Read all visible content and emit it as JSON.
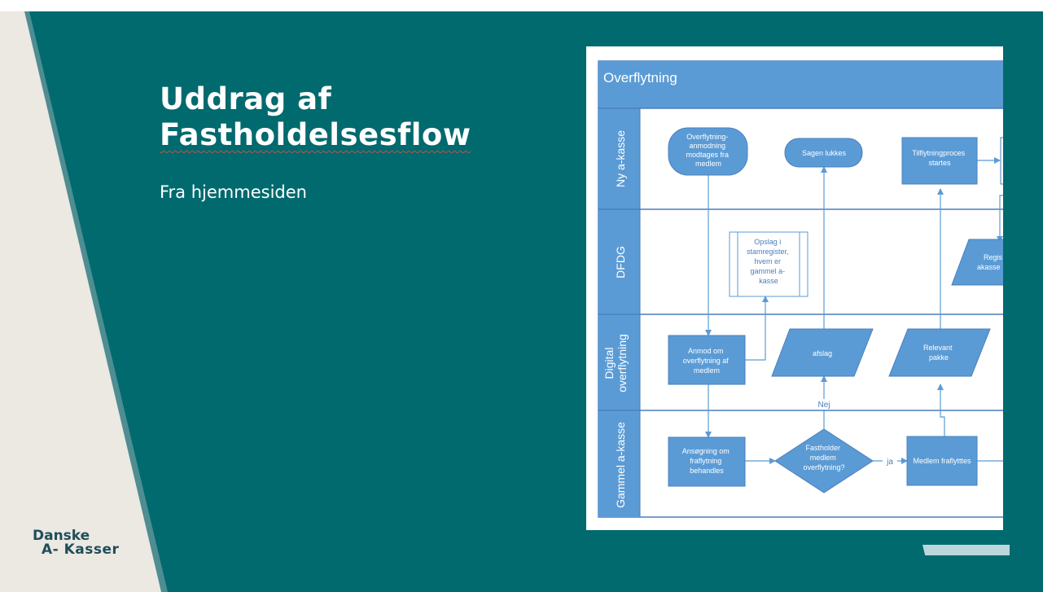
{
  "slide": {
    "title_line1": "Uddrag af",
    "title_line2": "Fastholdelsesflow",
    "subtitle": "Fra hjemmesiden",
    "logo_line1": "Danske",
    "logo_line2": "A- Kasser"
  },
  "colors": {
    "background_teal": "#006a6e",
    "left_panel": "#ece8e2",
    "stripe": "#4e8d92",
    "diagram_blue": "#5b9bd5",
    "lane_header": "#4a7fbd"
  },
  "diagram": {
    "title": "Overflytning",
    "lanes": {
      "ny": "Ny a-kasse",
      "dfdg": "DFDG",
      "digital_line1": "Digital",
      "digital_line2": "overflytning",
      "gammel": "Gammel a-kasse"
    },
    "shapes": {
      "start_l1": "Overflytning-",
      "start_l2": "anmodning",
      "start_l3": "modtages fra",
      "start_l4": "medlem",
      "sagen": "Sagen lukkes",
      "tilf_l1": "Tilflytningproces",
      "tilf_l2": "startes",
      "opslag_l1": "Opslag i",
      "opslag_l2": "stamregister,",
      "opslag_l3": "hvem er",
      "opslag_l4": "gammel a-",
      "opslag_l5": "kasse",
      "regis_l1": "Regis",
      "regis_l2": "akasse",
      "anmod_l1": "Anmod om",
      "anmod_l2": "overflytning af",
      "anmod_l3": "medlem",
      "afslag": "afslag",
      "relevant_l1": "Relevant",
      "relevant_l2": "pakke",
      "ans_l1": "Ansøgning om",
      "ans_l2": "fraflytning",
      "ans_l3": "behandles",
      "fast_l1": "Fastholder",
      "fast_l2": "medlem",
      "fast_l3": "overflytning?",
      "medlem": "Medlem fraflytttes",
      "nej": "Nej",
      "ja": "ja"
    }
  }
}
